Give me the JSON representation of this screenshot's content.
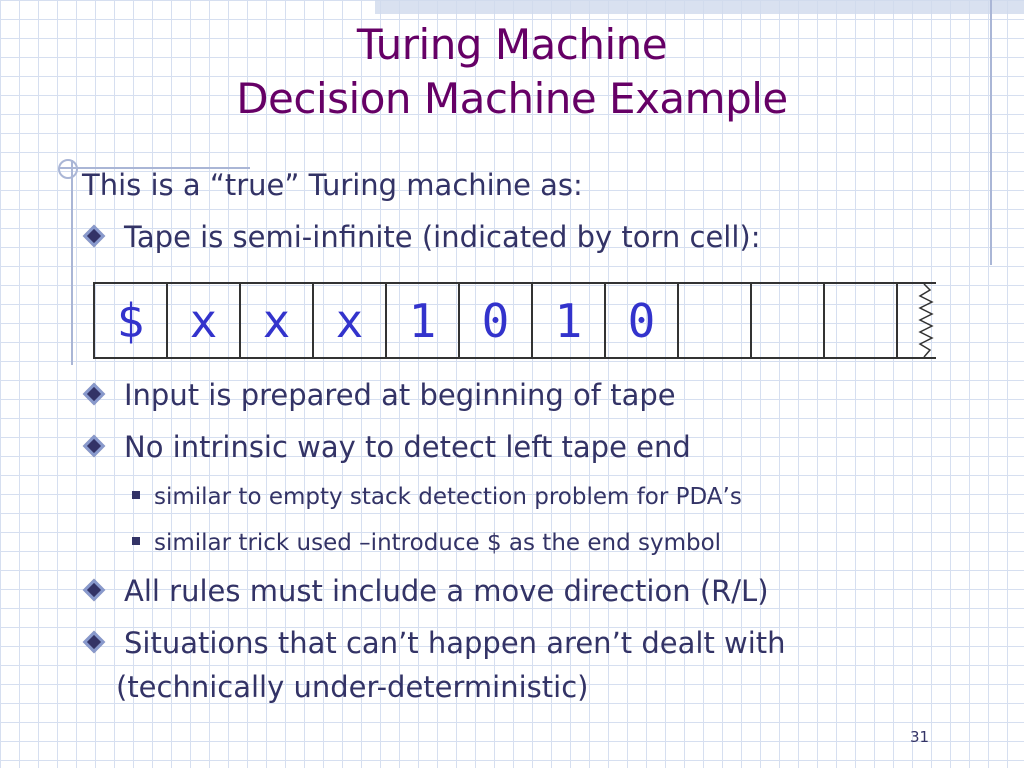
{
  "slide": {
    "title_line1": "Turing Machine",
    "title_line2": "Decision Machine Example",
    "intro": "This is a “true” Turing machine as:",
    "bullets": [
      "Tape is semi-infinite (indicated by torn cell):",
      "Input is prepared at beginning of tape",
      "No intrinsic way to detect left tape end",
      "All rules must include a move direction (R/L)",
      "Situations that can’t happen aren’t dealt with"
    ],
    "sub_bullets": [
      "similar to empty stack detection problem for PDA’s",
      "similar trick used –introduce $ as the end symbol"
    ],
    "last_bullet_continuation": "(technically under-deterministic)",
    "tape_cells": [
      "$",
      "x",
      "x",
      "x",
      "1",
      "0",
      "1",
      "0",
      "",
      "",
      ""
    ],
    "page_number": "31",
    "colors": {
      "title": "#660066",
      "body": "#333366",
      "tape_symbol": "#3333cc"
    }
  }
}
